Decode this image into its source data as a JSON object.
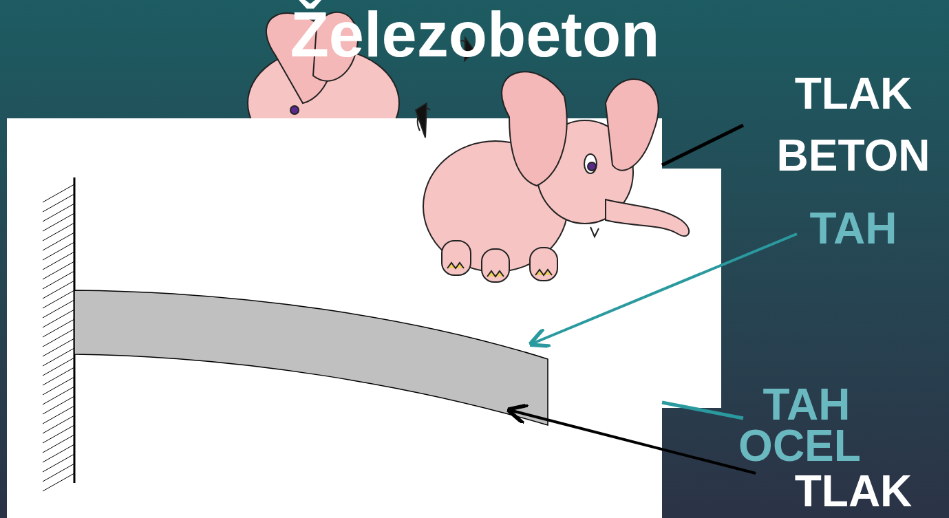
{
  "diagram": {
    "title": "Železobeton",
    "labels": [
      "TLAK",
      "BETON",
      "TAH",
      "TAH",
      "OCEL",
      "TLAK"
    ]
  }
}
